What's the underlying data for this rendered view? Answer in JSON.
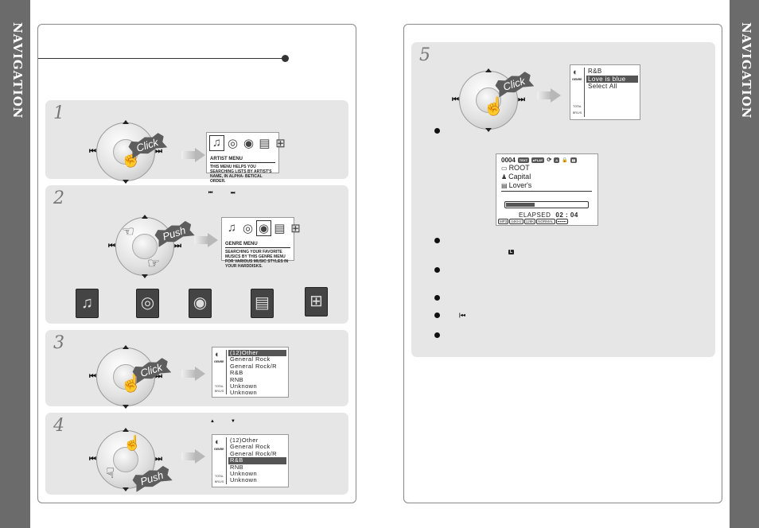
{
  "side_tab": {
    "label": "NAVIGATION"
  },
  "left_page": {
    "title": ""
  },
  "steps": [
    {
      "number": "1",
      "action": "Click"
    },
    {
      "number": "2",
      "action": "Push"
    },
    {
      "number": "3",
      "action": "Click"
    },
    {
      "number": "4",
      "action": "Push"
    },
    {
      "number": "5",
      "action": "Click"
    }
  ],
  "key_labels": {
    "prev": "⏮",
    "next": "⏭",
    "up": "▲",
    "down": "▼",
    "small_l": "L",
    "jog": "|◂◂"
  },
  "artist_menu": {
    "title": "ARTIST MENU",
    "text": "THIS MENU HELPS YOU SEARCHING LISTS BY ARTIST'S NAME, IN ALPHA- BETICAL ORDER."
  },
  "genre_menu": {
    "title": "GENRE MENU",
    "text": "SEARCHING YOUR FAVORITE MUSICS BY THIS GENRE MENU FOR VARIOUS MUSIC STYLES IN YOUR HARDDISKS."
  },
  "genre_screen": {
    "caption": "GENRE",
    "items": [
      "(12)Other",
      "General Rock",
      "General Rock/R",
      "R&B",
      "RNB",
      "Unknown",
      "Unknown"
    ],
    "foot1": "TOTAL",
    "foot2": "BRLVS"
  },
  "step5_screen": {
    "items": [
      "R&B",
      "Love is blue",
      "Select All"
    ]
  },
  "player": {
    "track_no": "0004",
    "badges": [
      "TEXT",
      "▸PLAY",
      "⟳",
      "A",
      "🔒",
      "▮▮"
    ],
    "folder": "ROOT",
    "artist": "Capital",
    "title": "Lover's",
    "progress": 0.35,
    "elapsed_label": "ELAPSED",
    "elapsed_time": "02 : 04",
    "tags": [
      "MP3",
      "44KHz",
      "128K",
      "NORMAL",
      "▪▪▪▪▪▪▪"
    ]
  },
  "menu_icons": [
    "artist-icon",
    "genre-icon",
    "album-icon",
    "title-icon",
    "tree-icon"
  ],
  "colors": {
    "side_tab": "#6b6b6b",
    "panel": "#e6e6e6",
    "frame": "#888888",
    "highlight": "#555555"
  }
}
